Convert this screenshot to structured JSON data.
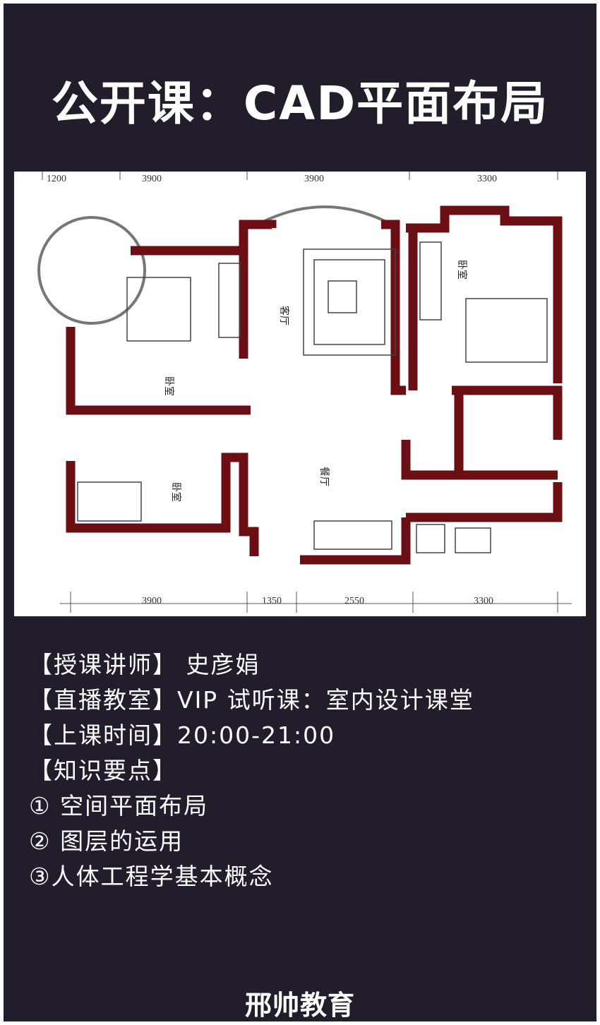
{
  "title": "公开课：CAD平面布局",
  "plan": {
    "top_dims": [
      "1200",
      "3900",
      "3900",
      "3300"
    ],
    "bottom_dims": [
      "3900",
      "1350",
      "2550",
      "3300"
    ],
    "rooms": [
      "卧室",
      "客厅",
      "卧室",
      "卧室",
      "餐厅"
    ]
  },
  "info": {
    "teacher": "【授课讲师】 史彦娟",
    "classroom": "【直播教室】VIP 试听课：室内设计课堂",
    "time": "【上课时间】20:00-21:00",
    "points_label": "【知识要点】",
    "points": [
      "① 空间平面布局",
      "② 图层的运用",
      "③人体工程学基本概念"
    ]
  },
  "logo": "邢帅教育",
  "colors": {
    "background": "#231d2b",
    "wall": "#6b0f14"
  }
}
